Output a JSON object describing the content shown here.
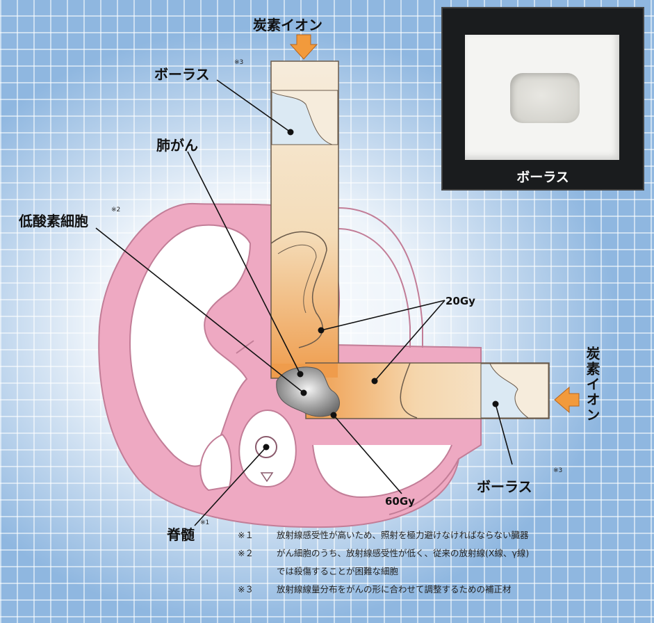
{
  "labels": {
    "carbon_ion_top": "炭素イオン",
    "carbon_ion_right": "炭素イオン",
    "bolus_top": "ボーラス",
    "bolus_bottom": "ボーラス",
    "lung_cancer": "肺がん",
    "hypoxic_cells": "低酸素細胞",
    "spinal_cord": "脊髄",
    "dose_20": "20Gy",
    "dose_60": "60Gy"
  },
  "superscripts": {
    "spinal_cord": "※1",
    "hypoxic_cells": "※2",
    "bolus_top": "※3",
    "bolus_bottom": "※3"
  },
  "photo": {
    "caption": "ボーラス"
  },
  "notes": [
    {
      "marker": "※１",
      "text": "放射線感受性が高いため、照射を極力避けなければならない臓器"
    },
    {
      "marker": "※２",
      "text": "がん細胞のうち、放射線感受性が低く、従来の放射線(X線、γ線)"
    },
    {
      "marker": "",
      "text": "では殺傷することが困難な細胞"
    },
    {
      "marker": "※３",
      "text": "放射線線量分布をがんの形に合わせて調整するための補正材"
    }
  ],
  "colors": {
    "body_outline": "#e9a6bf",
    "beam_light": "#f6ead7",
    "beam_dose": "#f0a052",
    "bolus_fill": "#dbe9f3",
    "arrow": "#f29a3c"
  }
}
